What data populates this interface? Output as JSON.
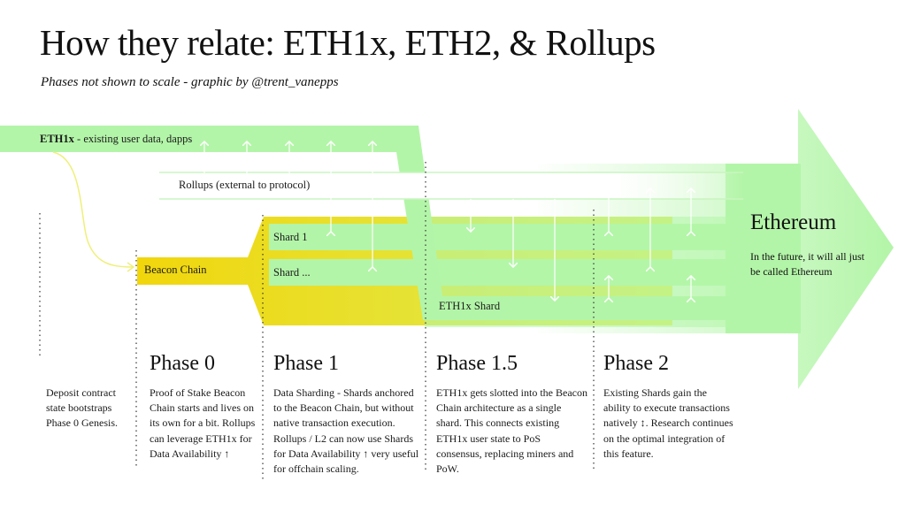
{
  "header": {
    "title": "How they relate: ETH1x, ETH2, & Rollups",
    "subtitle": "Phases not shown to scale - graphic by @trent_vanepps"
  },
  "diagram": {
    "eth1x_label_bold": "ETH1x",
    "eth1x_label_rest": " - existing user data, dapps",
    "rollups_label": "Rollups (external to protocol)",
    "beacon_chain_label": "Beacon Chain",
    "shard1_label": "Shard 1",
    "shardn_label": "Shard ...",
    "eth1x_shard_label": "ETH1x Shard",
    "ethereum_title": "Ethereum",
    "ethereum_sub": "In the future, it will all just be called Ethereum",
    "colors": {
      "green": "#b3f5a8",
      "yellow": "#f0e21a",
      "yellow_green": "#e0ef5a"
    }
  },
  "phases": [
    {
      "title": "",
      "desc": "Deposit contract state bootstraps Phase 0 Genesis."
    },
    {
      "title": "Phase 0",
      "desc": "Proof of Stake Beacon Chain starts and lives on its own for a bit. Rollups can leverage ETH1x for Data Availability ↑"
    },
    {
      "title": "Phase 1",
      "desc": "Data Sharding - Shards anchored to the Beacon Chain, but without native transaction execution. Rollups / L2 can now use Shards for Data Availability ↑ very useful for offchain scaling."
    },
    {
      "title": "Phase 1.5",
      "desc": "ETH1x gets slotted into the Beacon Chain architecture as a single shard. This connects existing ETH1x user state to PoS consensus, replacing miners and PoW."
    },
    {
      "title": "Phase 2",
      "desc": "Existing Shards gain the ability to execute transactions natively ↕. Research continues on the optimal integration of  this feature."
    }
  ]
}
